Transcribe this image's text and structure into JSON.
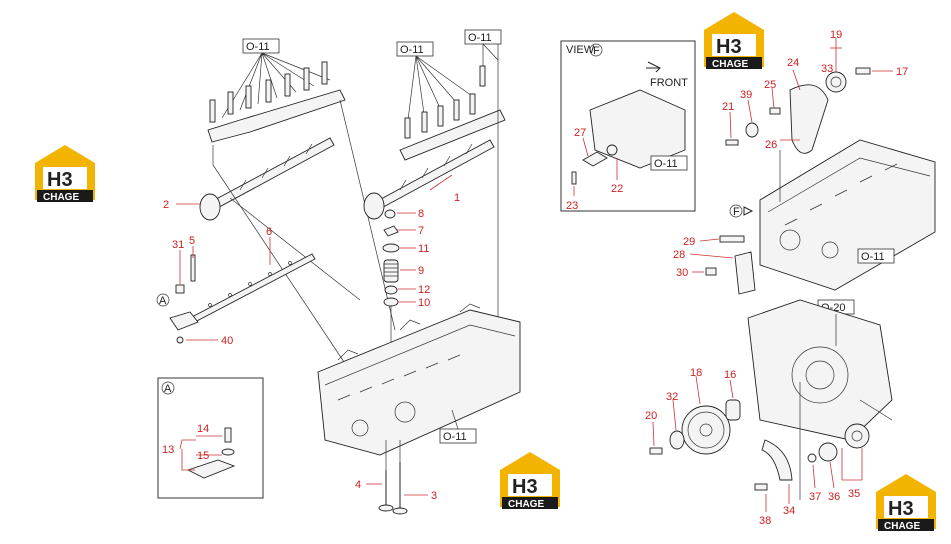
{
  "brand": {
    "mark": "H3",
    "word": "CHAGE",
    "color_gold": "#f3b400",
    "color_dark": "#1a1a1a"
  },
  "refs": {
    "o11": "O-11",
    "o20": "O-20"
  },
  "view": {
    "title": "VIEW",
    "letter": "F",
    "front": "FRONT"
  },
  "detail": {
    "letter": "A"
  },
  "callout_color": "#cc2222",
  "numbers": {
    "n1": "1",
    "n2": "2",
    "n3": "3",
    "n4": "4",
    "n5": "5",
    "n6": "6",
    "n7": "7",
    "n8": "8",
    "n9": "9",
    "n10": "10",
    "n11": "11",
    "n12": "12",
    "n13": "13",
    "n14": "14",
    "n15": "15",
    "n16": "16",
    "n17": "17",
    "n18": "18",
    "n19": "19",
    "n20": "20",
    "n21": "21",
    "n22": "22",
    "n23": "23",
    "n24": "24",
    "n25": "25",
    "n26": "26",
    "n27": "27",
    "n28": "28",
    "n29": "29",
    "n30": "30",
    "n31": "31",
    "n32": "32",
    "n33": "33",
    "n34": "34",
    "n35": "35",
    "n36": "36",
    "n37": "37",
    "n38": "38",
    "n39": "39",
    "n40": "40"
  }
}
